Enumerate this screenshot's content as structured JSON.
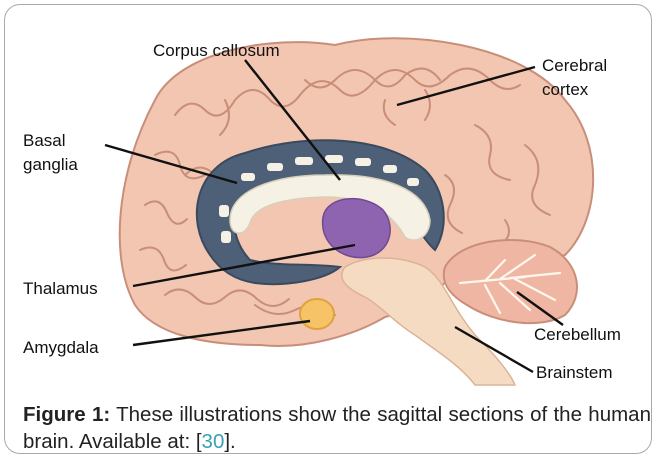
{
  "figure": {
    "labels": {
      "corpus_callosum": "Corpus callosum",
      "cerebral_cortex_1": "Cerebral",
      "cerebral_cortex_2": "cortex",
      "basal_ganglia_1": "Basal",
      "basal_ganglia_2": "ganglia",
      "thalamus": "Thalamus",
      "amygdala": "Amygdala",
      "cerebellum": "Cerebellum",
      "brainstem": "Brainstem"
    }
  },
  "caption": {
    "label": "Figure 1:",
    "text": " These illustrations show the sagittal sections of the human brain. Available at: [",
    "ref": "30",
    "tail": "]."
  },
  "colors": {
    "cortex": "#f2c6b0",
    "cortex_line": "#c98e7a",
    "basal_ganglia": "#4d6078",
    "corpus_callosum": "#f5f1e4",
    "thalamus": "#8e64b0",
    "amygdala": "#f6c466",
    "brainstem": "#f6dbc3",
    "cerebellum": "#efb7a3"
  }
}
